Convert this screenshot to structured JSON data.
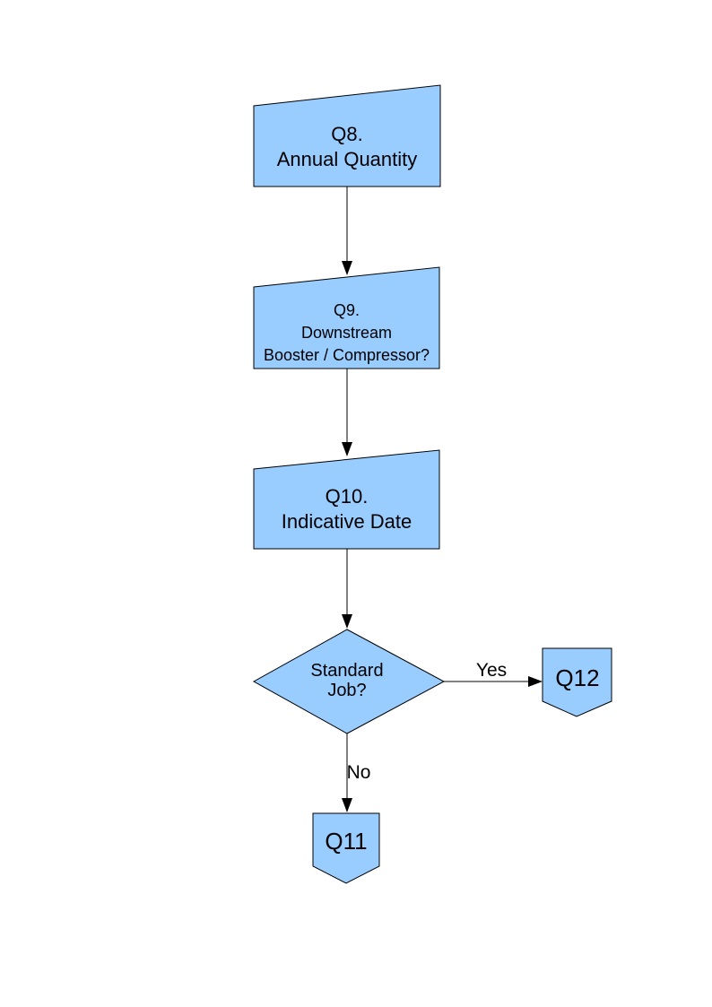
{
  "page": {
    "background_color": "#ffffff"
  },
  "diagram": {
    "type": "flowchart",
    "shape_fill_color": "#99ccff",
    "shape_stroke_color": "#000000",
    "nodes": {
      "q8": {
        "shape": "manual-input",
        "label": "Q8.\nAnnual Quantity"
      },
      "q9": {
        "shape": "manual-input",
        "label": "Q9.\nDownstream\nBooster / Compressor?"
      },
      "q10": {
        "shape": "manual-input",
        "label": "Q10.\nIndicative Date"
      },
      "standard_job": {
        "shape": "decision",
        "label": "Standard\nJob?"
      },
      "q12": {
        "shape": "off-page-connector",
        "label": "Q12"
      },
      "q11": {
        "shape": "off-page-connector",
        "label": "Q11"
      }
    },
    "edges": [
      {
        "from": "q8",
        "to": "q9",
        "label": ""
      },
      {
        "from": "q9",
        "to": "q10",
        "label": ""
      },
      {
        "from": "q10",
        "to": "standard_job",
        "label": ""
      },
      {
        "from": "standard_job",
        "to": "q12",
        "label": "Yes"
      },
      {
        "from": "standard_job",
        "to": "q11",
        "label": "No"
      }
    ]
  }
}
